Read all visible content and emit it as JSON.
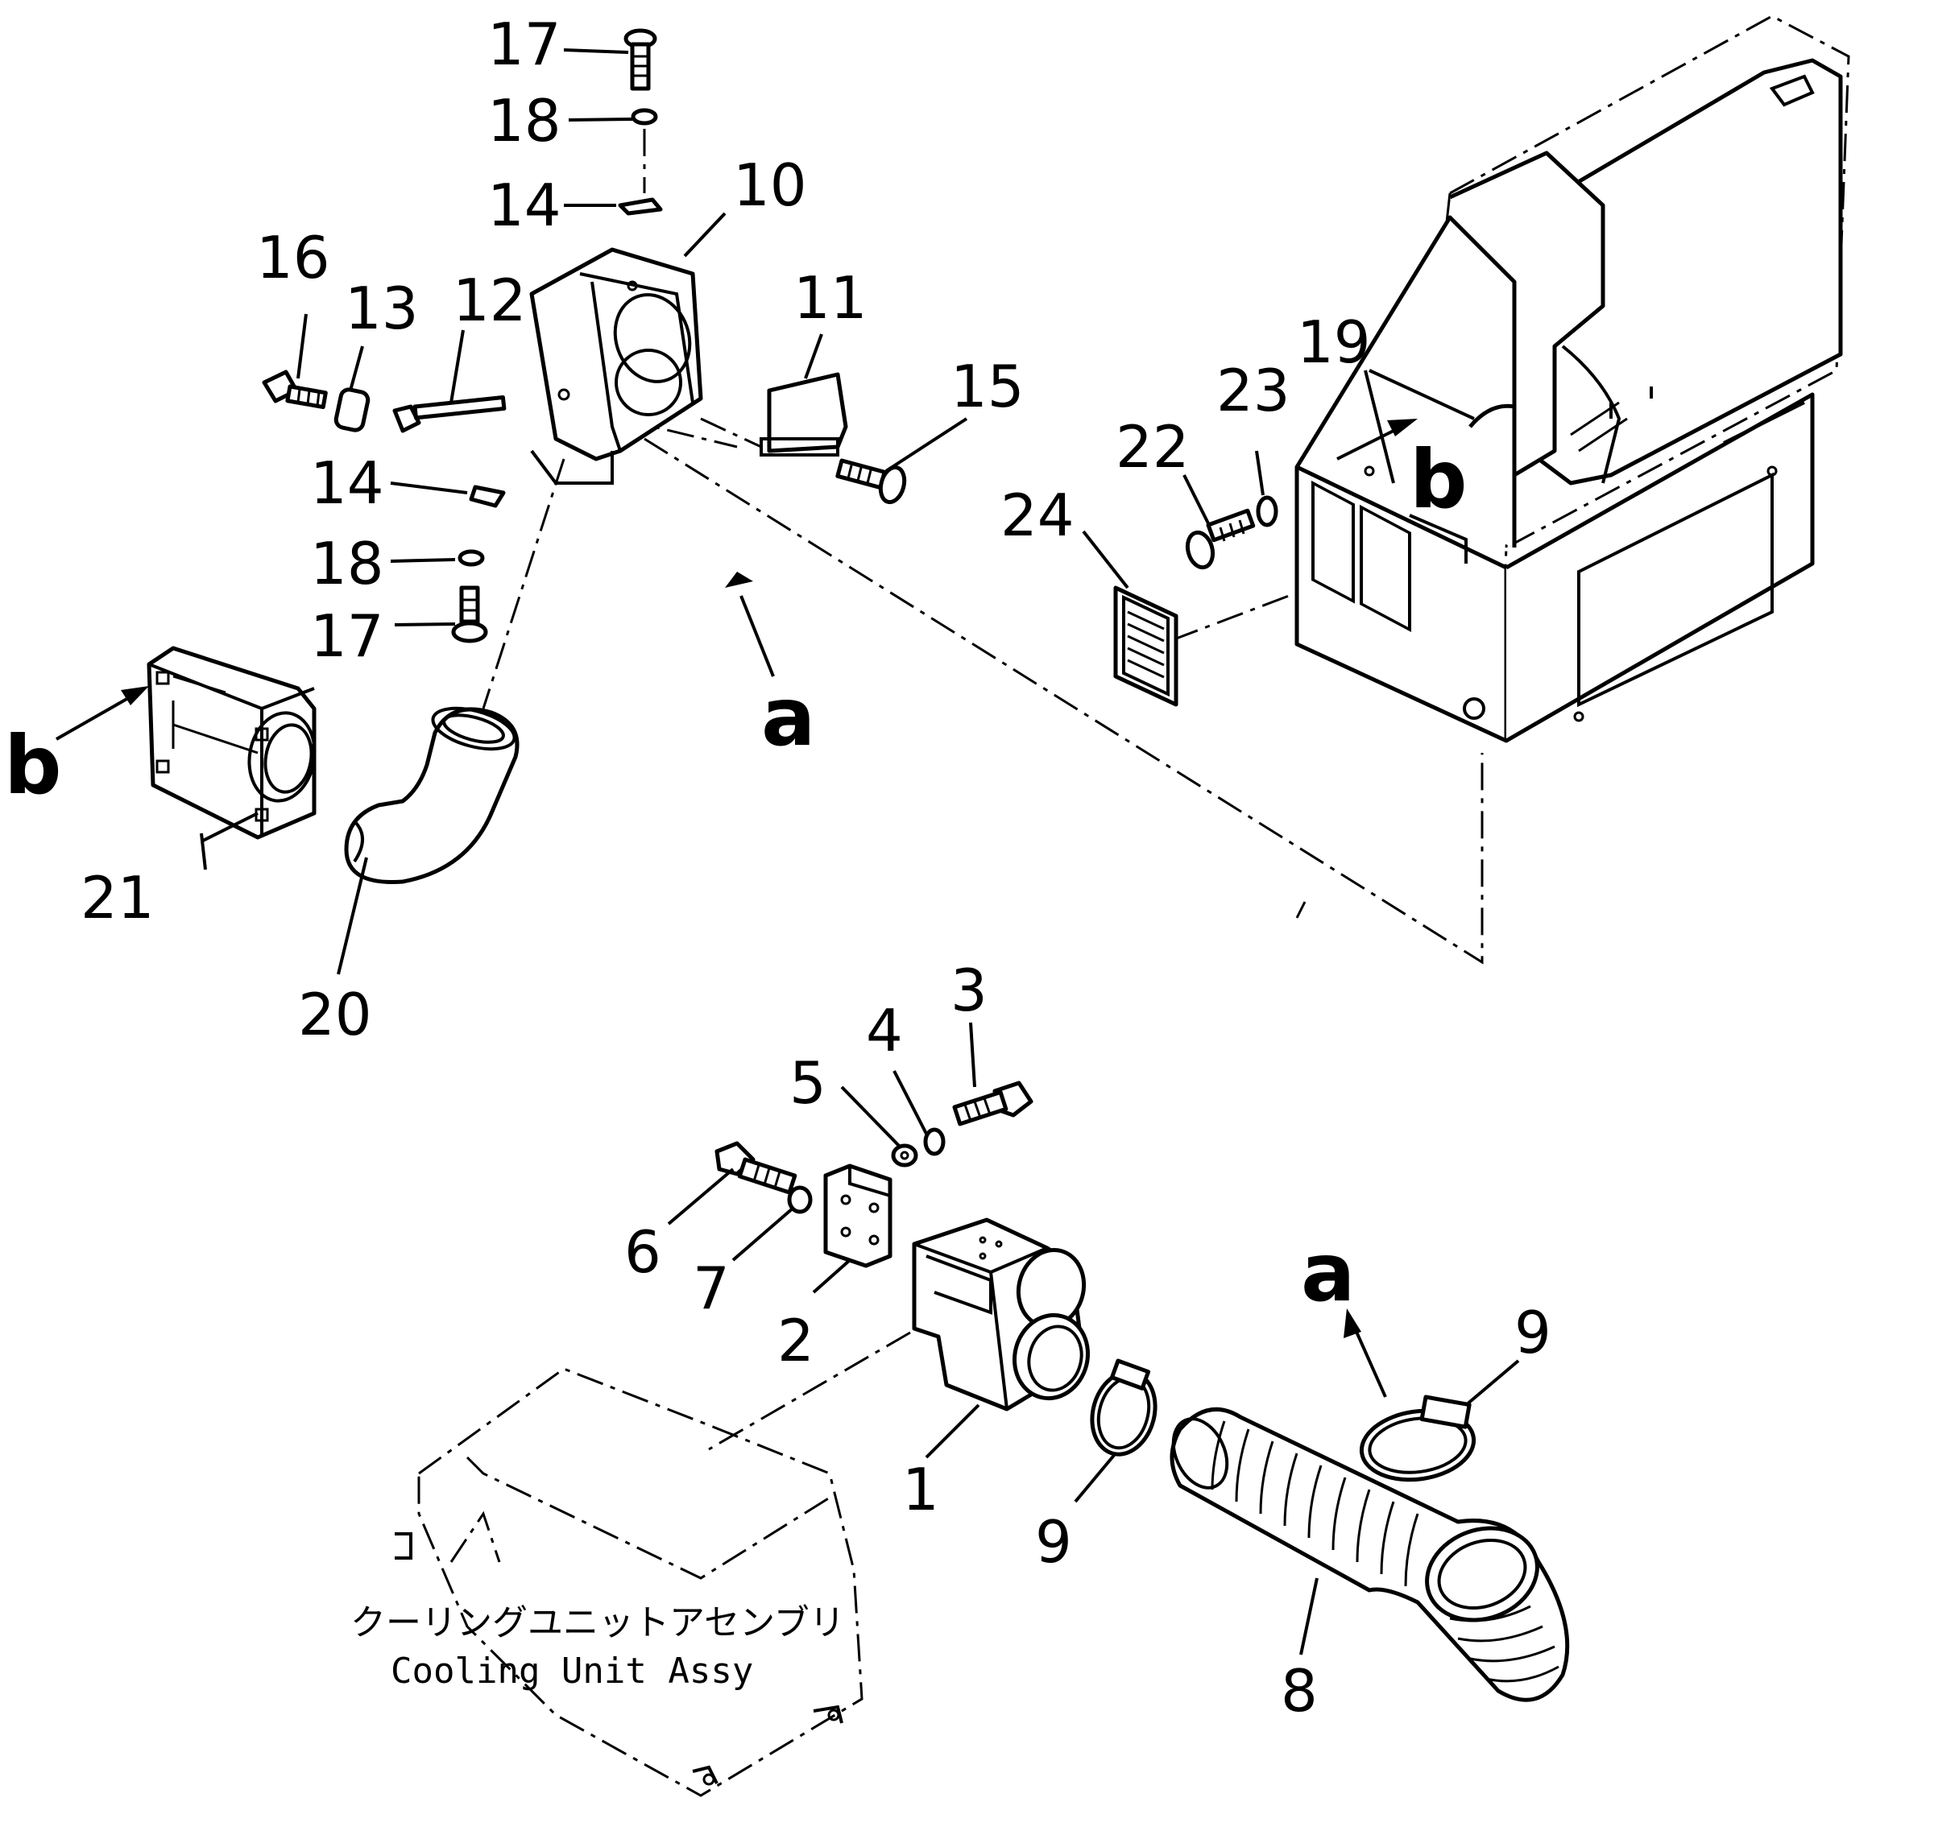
{
  "diagram": {
    "part_numbers": {
      "p1": "1",
      "p2": "2",
      "p3": "3",
      "p4": "4",
      "p5": "5",
      "p6": "6",
      "p7": "7",
      "p8": "8",
      "p9a": "9",
      "p9b": "9",
      "p10": "10",
      "p11": "11",
      "p12": "12",
      "p13": "13",
      "p14a": "14",
      "p14b": "14",
      "p15": "15",
      "p16": "16",
      "p17a": "17",
      "p17b": "17",
      "p18a": "18",
      "p18b": "18",
      "p19": "19",
      "p20": "20",
      "p21": "21",
      "p22": "22",
      "p23": "23",
      "p24": "24"
    },
    "reference_marks": {
      "a_upper": "a",
      "a_lower": "a",
      "b_left": "b",
      "b_right": "b"
    },
    "caption": {
      "japanese": "クーリングユニットアセンブリ",
      "english": "Cooling Unit Assy"
    }
  }
}
